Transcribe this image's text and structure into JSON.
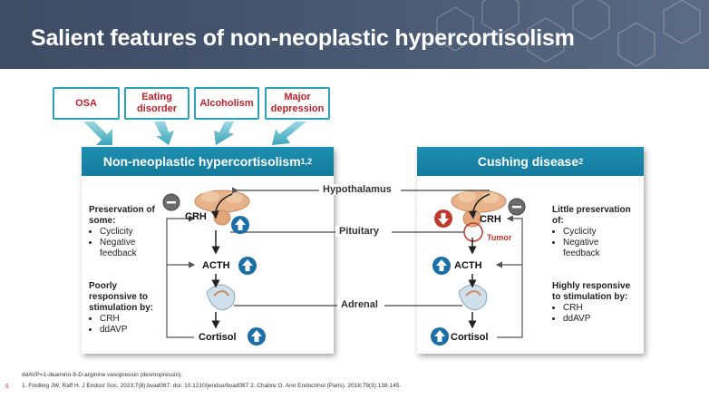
{
  "title": "Salient features of non-neoplastic hypercortisolism",
  "causes": [
    "OSA",
    "Eating disorder",
    "Alcoholism",
    "Major depression"
  ],
  "left_panel": {
    "heading": "Non-neoplastic hypercortisolism",
    "heading_sup": "1,2",
    "preservation_title": "Preservation of some:",
    "preservation_items": [
      "Cyclicity",
      "Negative feedback"
    ],
    "response_title": "Poorly responsive to stimulation by:",
    "response_items": [
      "CRH",
      "ddAVP"
    ]
  },
  "right_panel": {
    "heading": "Cushing disease",
    "heading_sup": "2",
    "preservation_title": "Little preservation of:",
    "preservation_items": [
      "Cyclicity",
      "Negative feedback"
    ],
    "response_title": "Highly responsive to stimulation by:",
    "response_items": [
      "CRH",
      "ddAVP"
    ],
    "tumor_label": "Tumor"
  },
  "nodes": {
    "crh": "CRH",
    "acth": "ACTH",
    "cortisol": "Cortisol"
  },
  "center_labels": {
    "hypothalamus": "Hypothalamus",
    "pituitary": "Pituitary",
    "adrenal": "Adrenal"
  },
  "feedback_sign": "−",
  "footnotes": {
    "abbrev": "ddAVP=1-deamino-8-D-arginine vasopressin (desmopressin).",
    "refs": "1. Findling JW, Raff H. J Endocr Soc. 2023;7(8):bvad087. doi: 10.1210/jendso/bvad087 2. Chabre O. Ann Endocrinol (Paris). 2018;79(3):138-145."
  },
  "page_number": "5",
  "colors": {
    "banner": "#3d4b63",
    "teal": "#2aa3b5",
    "header": "#1f8fb0",
    "cause_text": "#c0202a",
    "up_arrow": "#1b6fa8",
    "down_arrow": "#c0392b"
  }
}
